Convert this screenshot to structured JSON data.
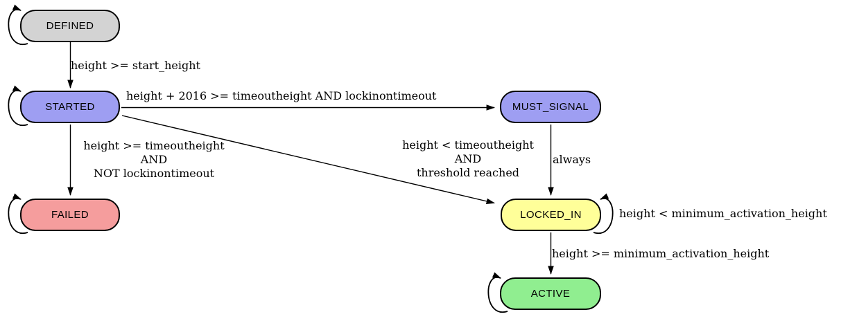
{
  "diagram": {
    "type": "state-machine",
    "background": "#ffffff"
  },
  "colors": {
    "defined_fill": "#d3d3d3",
    "started_fill": "#9e9ef2",
    "must_signal_fill": "#9e9ef2",
    "failed_fill": "#f59d9d",
    "locked_in_fill": "#ffff99",
    "active_fill": "#90ee90",
    "node_border": "#000000",
    "edge_stroke": "#000000",
    "label_text": "#000000"
  },
  "nodes": [
    {
      "id": "DEFINED",
      "label": "DEFINED"
    },
    {
      "id": "STARTED",
      "label": "STARTED"
    },
    {
      "id": "MUST_SIGNAL",
      "label": "MUST_SIGNAL"
    },
    {
      "id": "FAILED",
      "label": "FAILED"
    },
    {
      "id": "LOCKED_IN",
      "label": "LOCKED_IN"
    },
    {
      "id": "ACTIVE",
      "label": "ACTIVE"
    }
  ],
  "edges": [
    {
      "from": "DEFINED",
      "to": "STARTED",
      "label": "height >= start_height"
    },
    {
      "from": "STARTED",
      "to": "MUST_SIGNAL",
      "label": "height + 2016 >= timeoutheight AND lockinontimeout"
    },
    {
      "from": "STARTED",
      "to": "FAILED",
      "label_lines": [
        "height >= timeoutheight",
        "AND",
        "NOT lockinontimeout"
      ]
    },
    {
      "from": "STARTED",
      "to": "LOCKED_IN",
      "label_lines": [
        "height < timeoutheight",
        "AND",
        "threshold reached"
      ]
    },
    {
      "from": "MUST_SIGNAL",
      "to": "LOCKED_IN",
      "label": "always"
    },
    {
      "from": "LOCKED_IN",
      "to": "LOCKED_IN",
      "label": "height < minimum_activation_height"
    },
    {
      "from": "LOCKED_IN",
      "to": "ACTIVE",
      "label": "height >= minimum_activation_height"
    },
    {
      "from": "DEFINED",
      "to": "DEFINED",
      "label": ""
    },
    {
      "from": "STARTED",
      "to": "STARTED",
      "label": ""
    },
    {
      "from": "FAILED",
      "to": "FAILED",
      "label": ""
    },
    {
      "from": "ACTIVE",
      "to": "ACTIVE",
      "label": ""
    }
  ]
}
